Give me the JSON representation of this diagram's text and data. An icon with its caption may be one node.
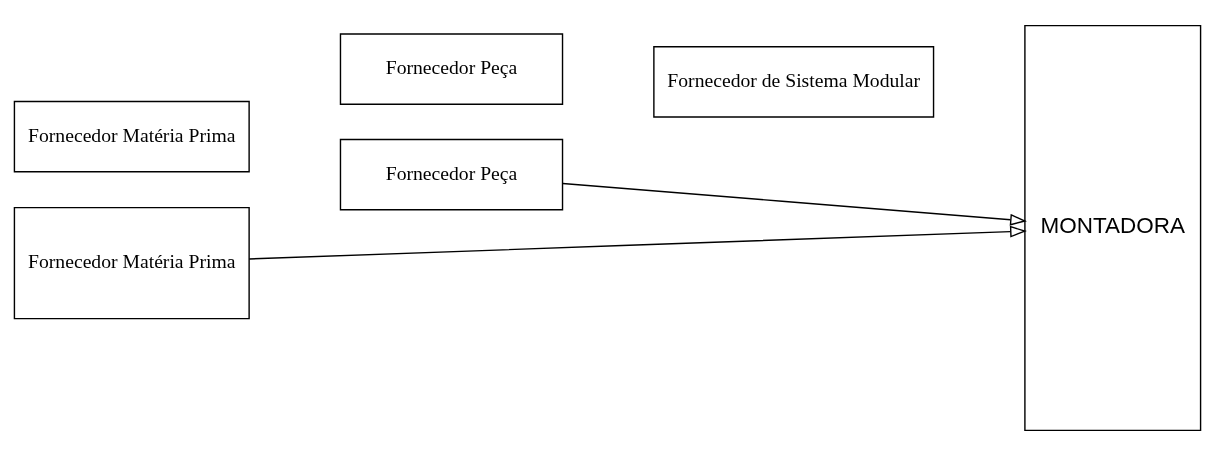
{
  "diagram": {
    "nodes": [
      {
        "text": [
          "Fornecedor Matéria Prima"
        ]
      },
      {
        "text": [
          "Fornecedor Matéria Prima"
        ]
      },
      {
        "text": [
          "Fornecedor Peça"
        ]
      },
      {
        "text": [
          "Fornecedor Peça"
        ]
      },
      {
        "text": [
          "Fornecedor de Sistema Modular"
        ]
      },
      {
        "text": [
          "MONTADORA"
        ]
      }
    ],
    "edges": [
      {
        "from": 0,
        "to": 5,
        "arrow": "to"
      },
      {
        "from": 2,
        "to": 5,
        "arrow": "to"
      }
    ]
  }
}
